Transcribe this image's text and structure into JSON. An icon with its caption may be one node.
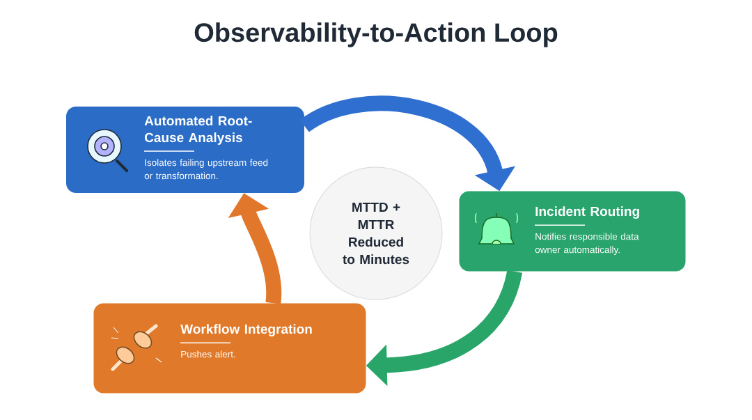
{
  "diagram": {
    "title": "Observability-to-Action Loop",
    "nodes": [
      {
        "text": [
          "Automated Root-Cause Analysis",
          "Isolates failing upstream feed or transformation."
        ]
      },
      {
        "text": [
          "Incident Routing",
          "Notifies responsible data owner automatically."
        ]
      },
      {
        "text": [
          "Workflow Integration",
          "Pushes alert."
        ]
      },
      {
        "text": [
          "MTTD + MTTR Reduced to Minutes"
        ]
      }
    ],
    "edges": [
      {
        "from": 0,
        "to": 1,
        "arrow": "to",
        "color": "#2f6fd0"
      },
      {
        "from": 1,
        "to": 2,
        "arrow": "to",
        "color": "#2aa56a"
      },
      {
        "from": 2,
        "to": 0,
        "arrow": "to",
        "color": "#e0772b"
      }
    ]
  }
}
